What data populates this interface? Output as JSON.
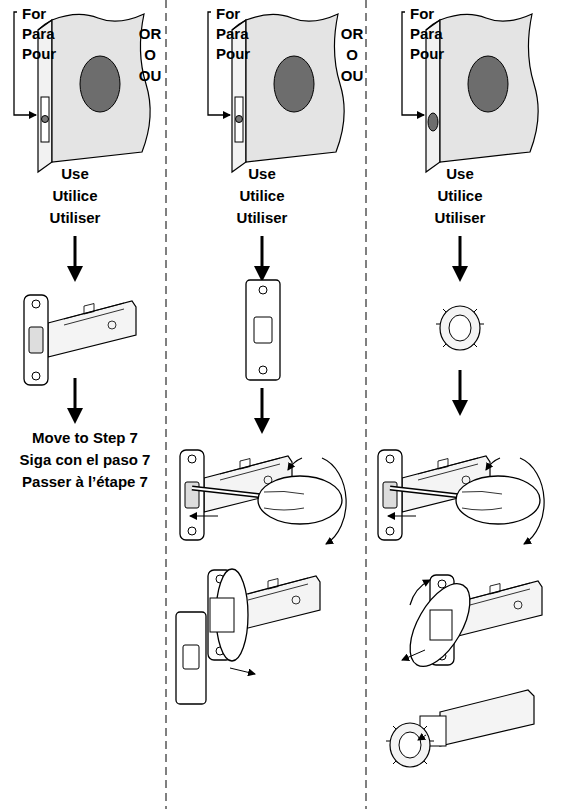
{
  "diagram": {
    "labels": [
      "For",
      "Para",
      "Pour",
      "OR",
      "O",
      "OU",
      "For",
      "Para",
      "Pour",
      "OR",
      "O",
      "OU",
      "For",
      "Para",
      "Pour",
      "Use",
      "Utilice",
      "Utiliser",
      "Use",
      "Utilice",
      "Utiliser",
      "Use",
      "Utilice",
      "Utiliser",
      "Move to Step 7",
      "Siga con el paso 7",
      "Passer à l’étape 7"
    ]
  }
}
